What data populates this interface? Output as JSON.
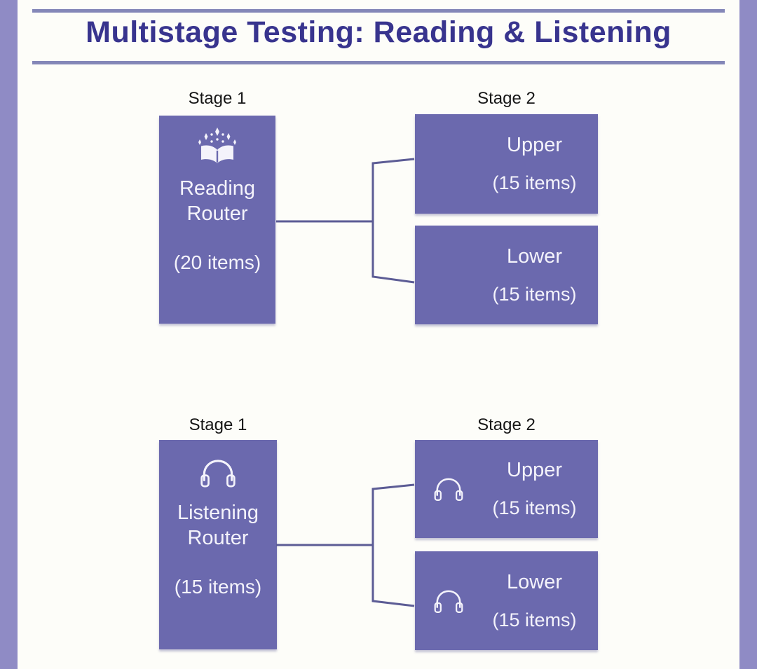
{
  "title": "Multistage Testing: Reading & Listening",
  "sections": [
    {
      "id": "reading",
      "stage1_label": "Stage 1",
      "stage2_label": "Stage 2",
      "router": {
        "icon": "book-sparkles-icon",
        "name_line1": "Reading",
        "name_line2": "Router",
        "items": "(20 items)"
      },
      "upper": {
        "label": "Upper",
        "items": "(15 items)"
      },
      "lower": {
        "label": "Lower",
        "items": "(15 items)"
      }
    },
    {
      "id": "listening",
      "stage1_label": "Stage 1",
      "stage2_label": "Stage 2",
      "router": {
        "icon": "headphones-icon",
        "name_line1": "Listening",
        "name_line2": "Router",
        "items": "(15 items)"
      },
      "upper": {
        "icon": "headphones-icon",
        "label": "Upper",
        "items": "(15 items)"
      },
      "lower": {
        "icon": "headphones-icon",
        "label": "Lower",
        "items": "(15 items)"
      }
    }
  ],
  "colors": {
    "page_bg": "#fdfdf9",
    "frame_strip": "#8f8bc5",
    "rule_color": "#8487b8",
    "title_color": "#38348e",
    "label_color": "#161616",
    "box_fill": "#6b69ae",
    "box_text": "#f4f3fb",
    "connector": "#5c5c95"
  }
}
